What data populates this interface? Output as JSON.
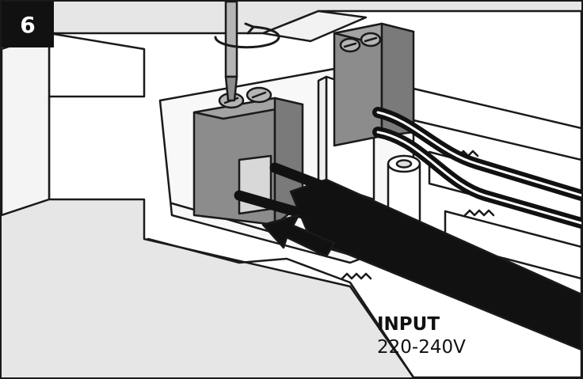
{
  "step": {
    "number": "6"
  },
  "label": {
    "title": "INPUT",
    "voltage": "220-240V"
  },
  "colors": {
    "background": "#e6e6e6",
    "housing": "#ffffff",
    "terminal": "#8c8c8c",
    "cable": "#111111",
    "outline": "#1a1a1a"
  },
  "icons": [
    "screwdriver-icon",
    "rotate-clockwise-icon",
    "insert-arrow-icon"
  ]
}
